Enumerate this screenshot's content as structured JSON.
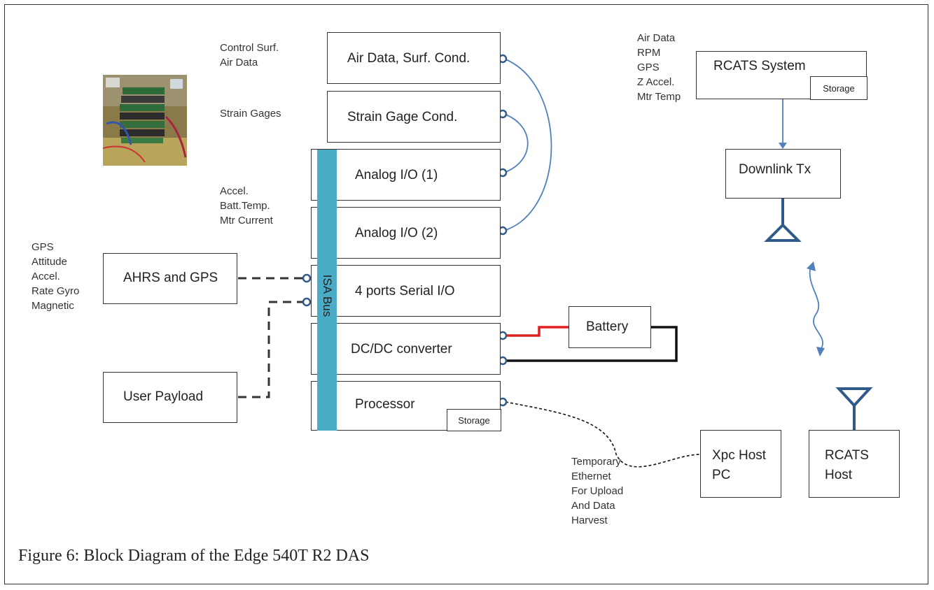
{
  "blocks": {
    "air_data_cond": "Air Data, Surf. Cond.",
    "strain_gage_cond": "Strain Gage Cond.",
    "analog_io_1": "Analog I/O (1)",
    "analog_io_2": "Analog I/O (2)",
    "serial_io": "4 ports Serial I/O",
    "dcdc": "DC/DC converter",
    "processor": "Processor",
    "processor_storage": "Storage",
    "isa_bus": "ISA Bus",
    "ahrs_gps": "AHRS and GPS",
    "user_payload": "User Payload",
    "battery": "Battery",
    "rcats_system": "RCATS System",
    "rcats_storage": "Storage",
    "downlink_tx": "Downlink Tx",
    "xpc_host": "Xpc Host\nPC",
    "rcats_host": "RCATS\nHost"
  },
  "notes": {
    "control_surf": "Control Surf.\nAir Data",
    "strain_gages": "Strain Gages",
    "analog_inputs": "Accel.\nBatt.Temp.\nMtr Current",
    "ahrs_outputs": "GPS\nAttitude\nAccel.\nRate Gyro\nMagnetic",
    "rcats_inputs": "Air Data\nRPM\nGPS\nZ Accel.\nMtr Temp",
    "ethernet": "Temporary\nEthernet\nFor Upload\nAnd Data\nHarvest"
  },
  "caption": "Figure 6: Block Diagram of the Edge 540T R2 DAS",
  "colors": {
    "bus": "#4aacc6",
    "link_blue": "#4f81bd",
    "port_blue": "#2f5a8a",
    "power_red": "#e02020",
    "power_black": "#111111",
    "dashed": "#333333"
  }
}
